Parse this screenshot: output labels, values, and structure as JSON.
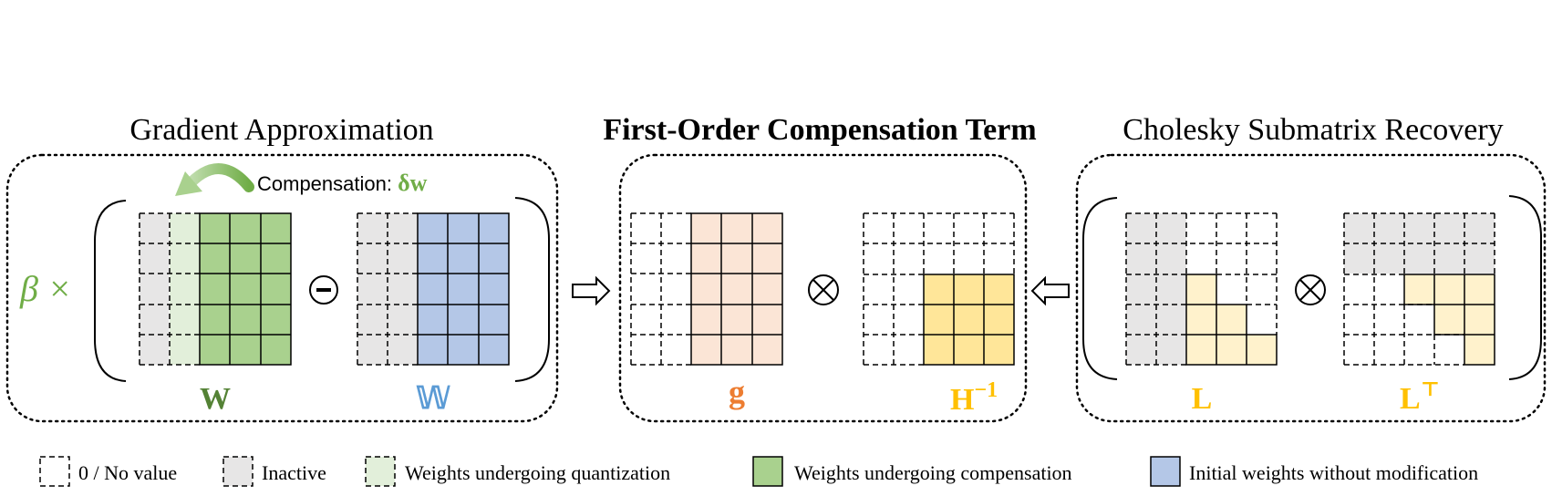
{
  "sections": {
    "left_title": "Gradient Approximation",
    "middle_title": "First-Order Compensation Term",
    "right_title": "Cholesky Submatrix Recovery"
  },
  "left": {
    "beta": "β ×",
    "compensation_prefix": "Compensation: ",
    "compensation_symbol": "δw",
    "W": "W",
    "W_tilde": "𝕎",
    "minus": "−"
  },
  "middle": {
    "g": "g",
    "H_base": "H",
    "H_sup": "−1",
    "otimes": "⊗"
  },
  "right": {
    "L": "L",
    "LT_base": "L",
    "LT_sup": "⊤",
    "otimes": "⊗"
  },
  "legend": [
    {
      "label": "0 / No value",
      "style": "dashed-empty"
    },
    {
      "label": "Inactive",
      "style": "dashed-gray"
    },
    {
      "label": "Weights undergoing quantization",
      "style": "dashed-lightgreen"
    },
    {
      "label": "Weights undergoing compensation",
      "style": "solid-green"
    },
    {
      "label": "Initial weights without modification",
      "style": "solid-blue"
    }
  ],
  "colors": {
    "green": "#A9D18E",
    "green_text": "#548235",
    "beta_green": "#70AD47",
    "light_green": "#E2EFDA",
    "gray": "#E7E6E6",
    "blue": "#B4C7E7",
    "blue_text": "#5B9BD5",
    "peach": "#FBE5D6",
    "orange": "#ED7D31",
    "yellow": "#FFE699",
    "light_yellow": "#FFF2CC",
    "gold": "#FFC000"
  }
}
